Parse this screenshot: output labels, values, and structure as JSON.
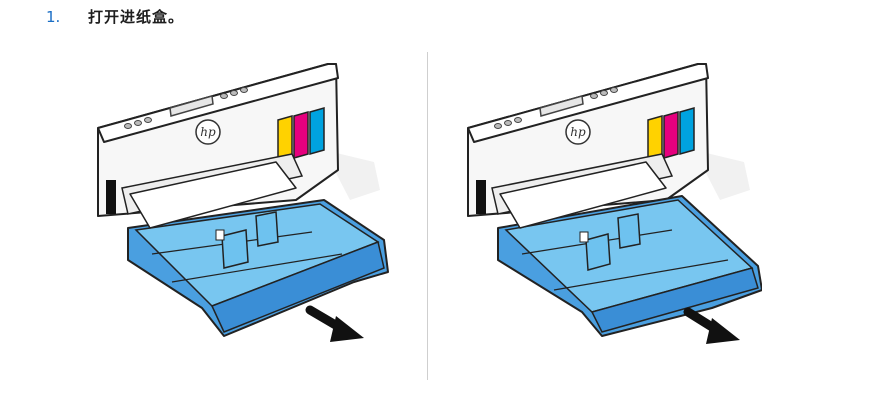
{
  "step": {
    "number": "1.",
    "text": "打开进纸盒。"
  },
  "colors": {
    "step_number": "#1a6ec5",
    "tray_blue": "#3f94dc",
    "tray_light_blue": "#6ec2ef",
    "ink_yellow": "#ffd200",
    "ink_magenta": "#e6007e",
    "ink_cyan": "#00a3e0"
  },
  "illustrations": {
    "left": {
      "logo": "hp",
      "state": "tray-closed",
      "arrow_icon": "pull-arrow-icon"
    },
    "right": {
      "logo": "hp",
      "state": "tray-extended",
      "arrow_icon": "pull-arrow-icon"
    }
  }
}
